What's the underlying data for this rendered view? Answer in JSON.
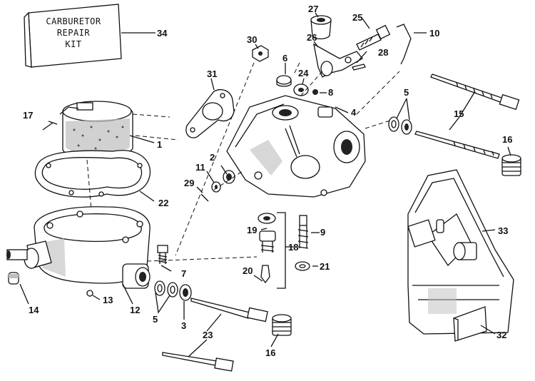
{
  "kit_box": {
    "lines": [
      "CARBURETOR",
      "REPAIR",
      "KIT"
    ]
  },
  "callouts": {
    "c1": "1",
    "c2": "2",
    "c3": "3",
    "c4": "4",
    "c5a": "5",
    "c5b": "5",
    "c6": "6",
    "c7": "7",
    "c8": "8",
    "c9": "9",
    "c10": "10",
    "c11": "11",
    "c12": "12",
    "c13": "13",
    "c14": "14",
    "c15": "15",
    "c16a": "16",
    "c16b": "16",
    "c17": "17",
    "c18": "18",
    "c19": "19",
    "c20": "20",
    "c21": "21",
    "c22": "22",
    "c23": "23",
    "c24": "24",
    "c25": "25",
    "c26": "26",
    "c27": "27",
    "c28": "28",
    "c29": "29",
    "c30": "30",
    "c31": "31",
    "c32": "32",
    "c33": "33",
    "c34": "34"
  }
}
